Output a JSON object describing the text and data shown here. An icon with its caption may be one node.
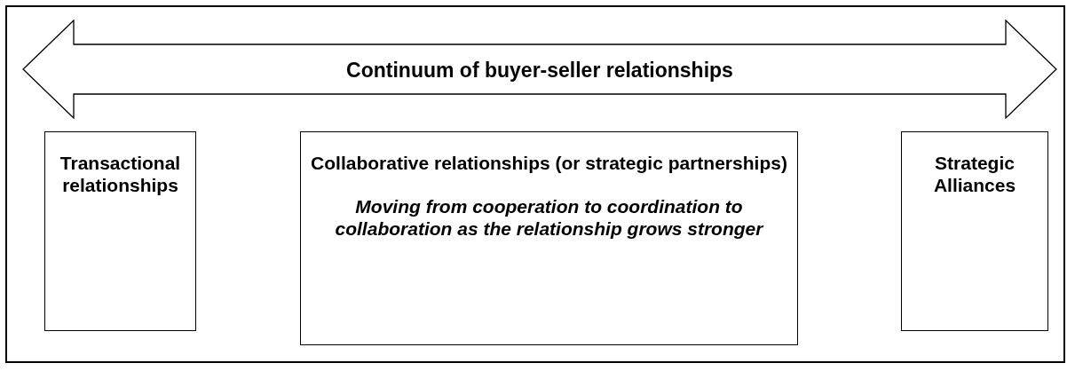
{
  "diagram": {
    "nodes": [
      {
        "text": [
          "Continuum of buyer-seller relationships"
        ]
      },
      {
        "text": [
          "Transactional relationships"
        ]
      },
      {
        "text": [
          "Collaborative relationships (or strategic partnerships)",
          "Moving from cooperation to coordination to collaboration as the relationship grows stronger"
        ]
      },
      {
        "text": [
          "Strategic Alliances"
        ]
      }
    ]
  }
}
